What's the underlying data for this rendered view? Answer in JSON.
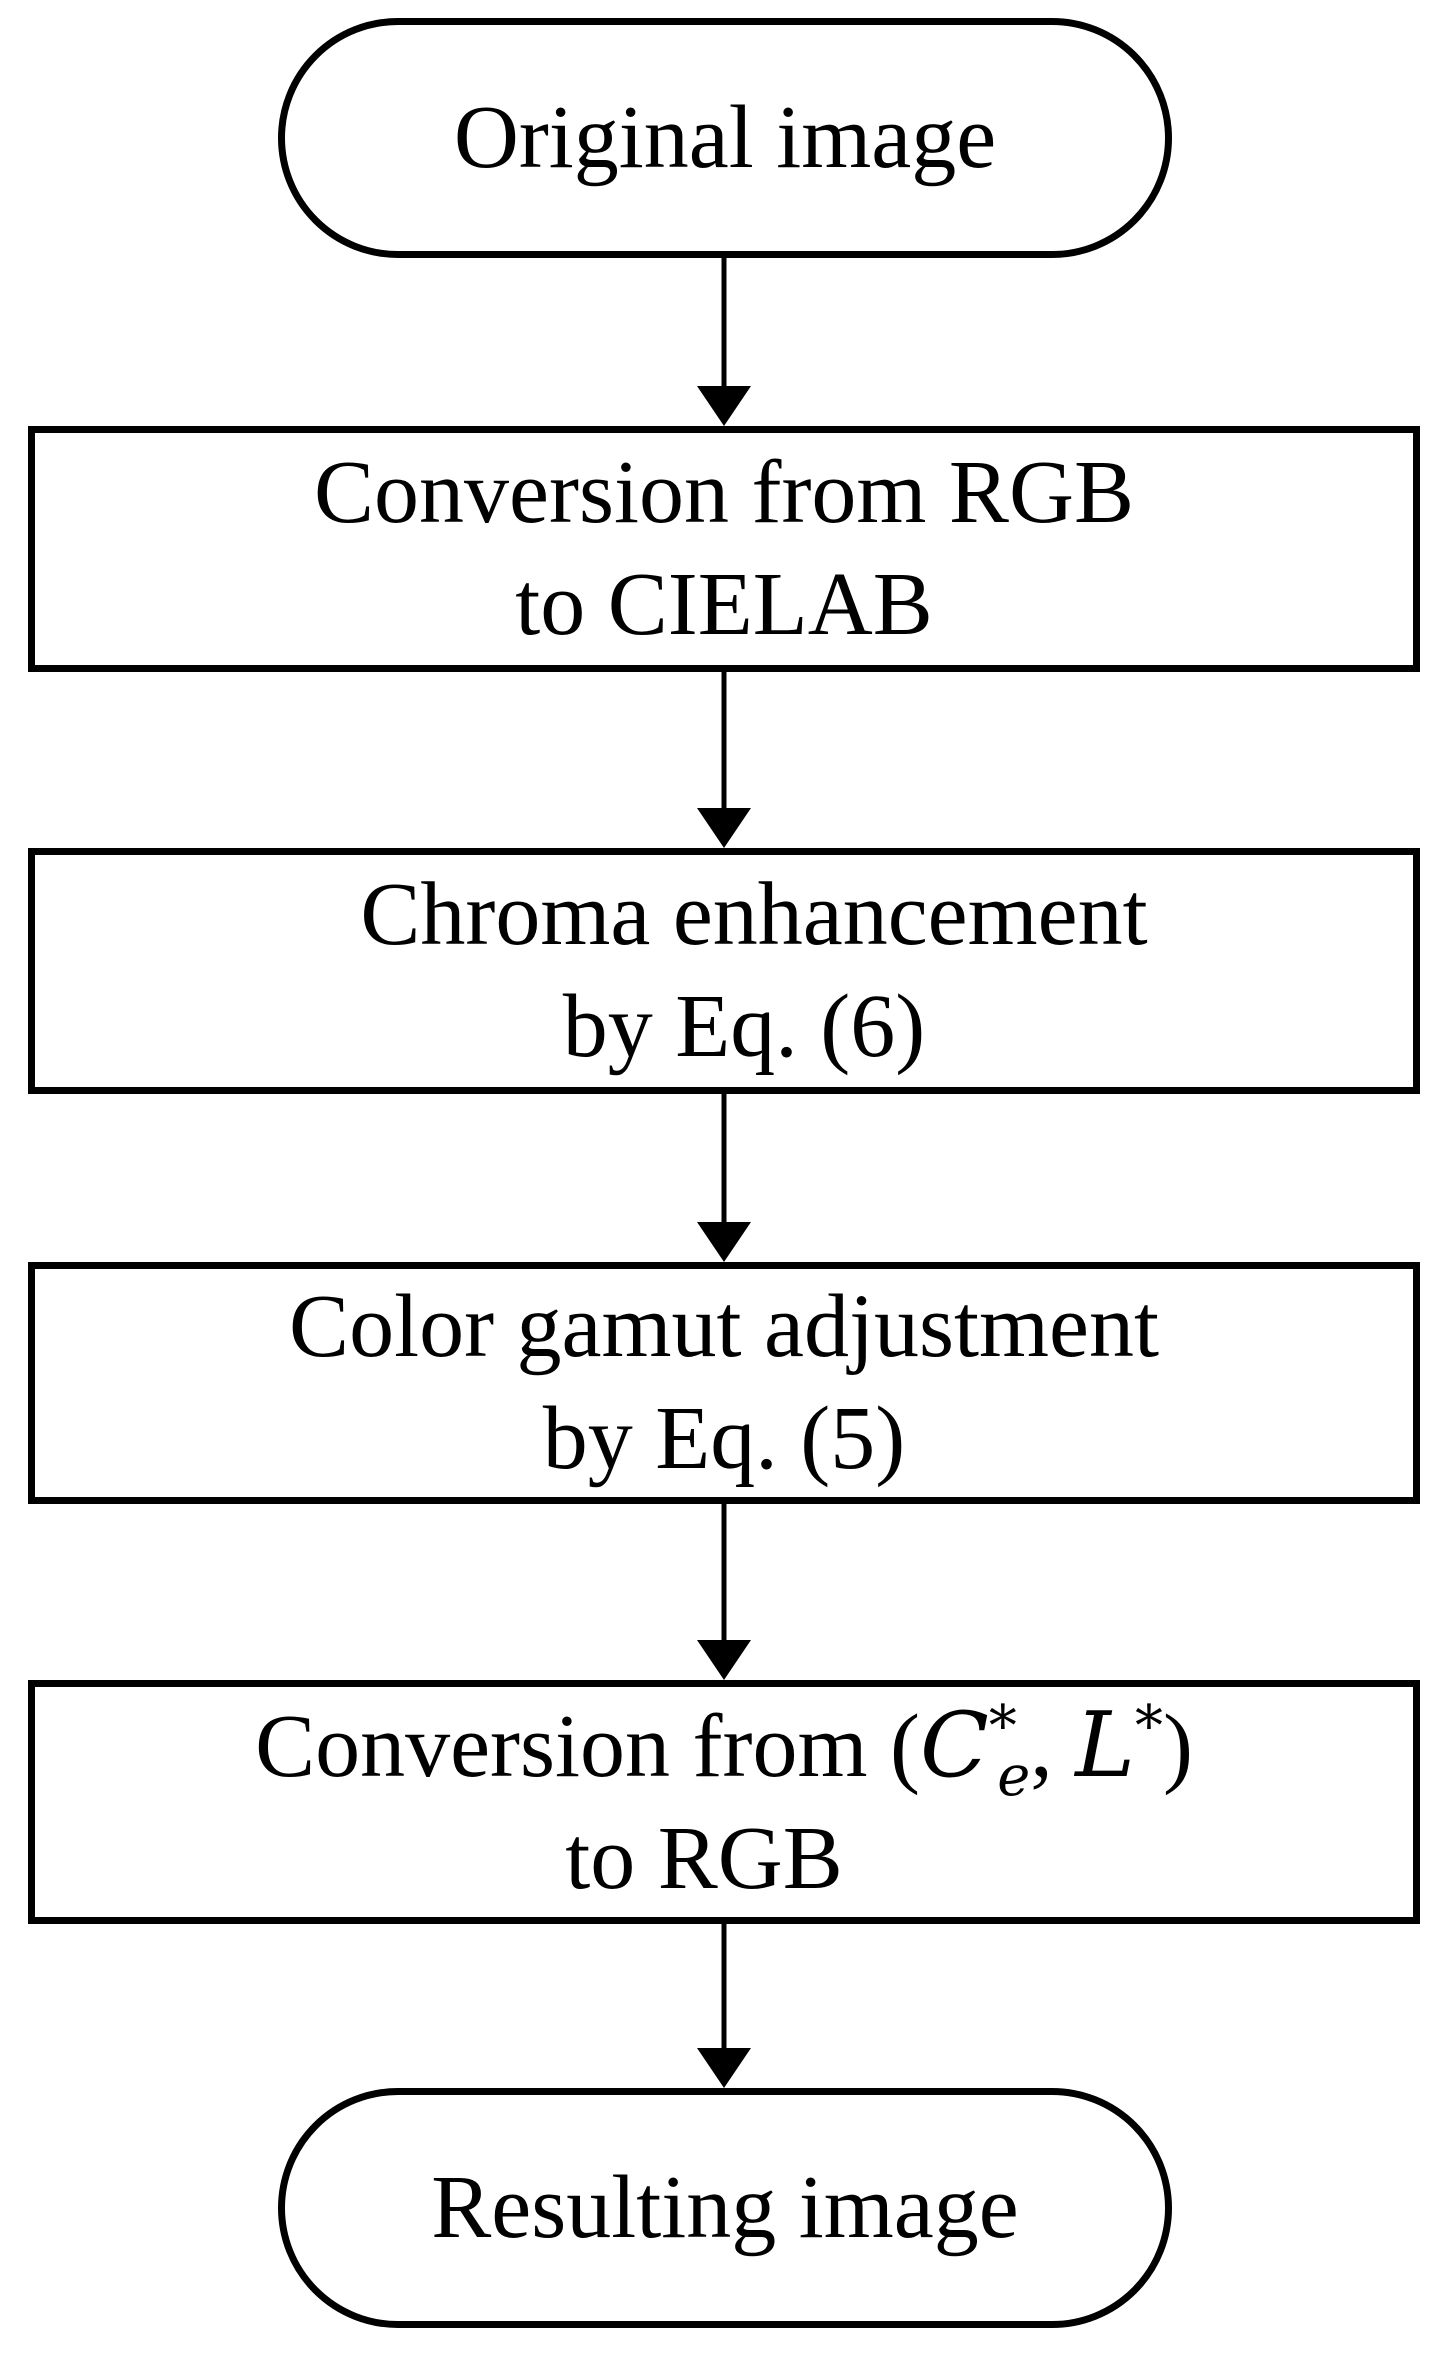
{
  "flowchart": {
    "start": {
      "label": "Original image"
    },
    "step1": {
      "line1": "Conversion from RGB",
      "line2": "to CIELAB"
    },
    "step2": {
      "line1": "Chroma enhancement",
      "line2": "by Eq. (6)"
    },
    "step3": {
      "line1": "Color gamut adjustment",
      "line2": "by Eq. (5)"
    },
    "step4": {
      "line1_prefix": "Conversion from ",
      "open_paren": "(",
      "symbol_c": "C",
      "sup_star_c": "*",
      "sub_e": "e",
      "comma": ", ",
      "symbol_l": "L",
      "sup_star_l": "*",
      "close_paren": ")",
      "line2": "to RGB"
    },
    "end": {
      "label": "Resulting image"
    }
  },
  "colors": {
    "stroke": "#000000",
    "fill": "#ffffff"
  }
}
